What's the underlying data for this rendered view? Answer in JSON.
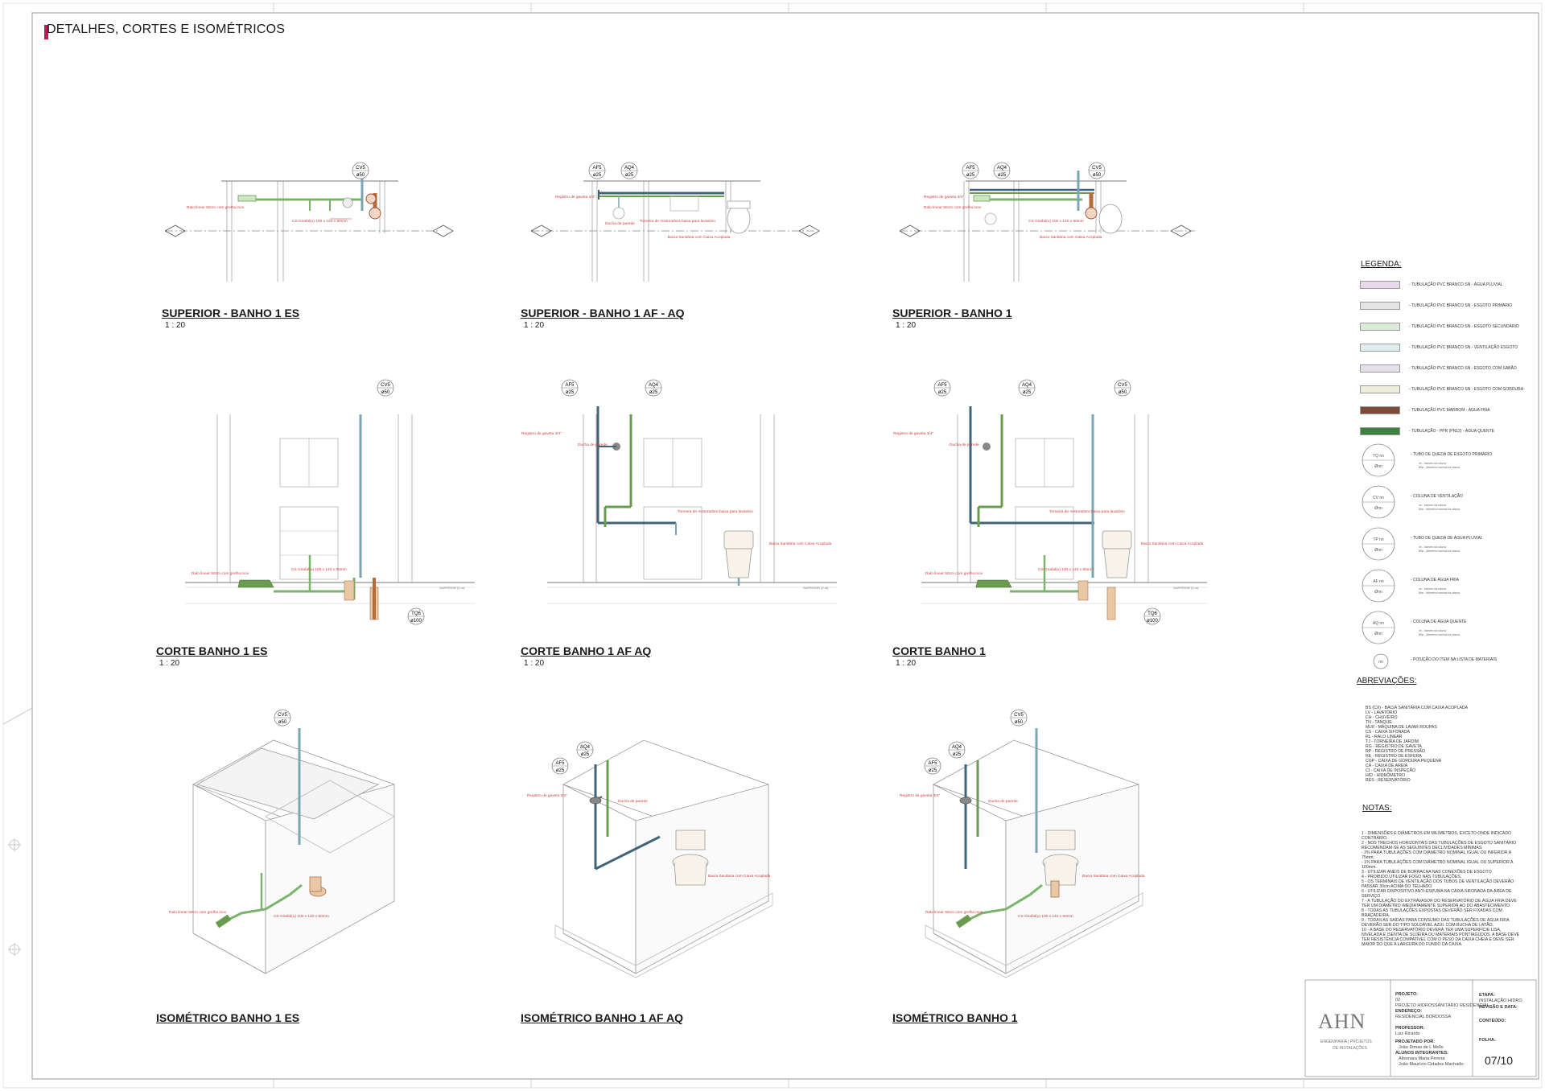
{
  "page": {
    "title": "DETALHES, CORTES E ISOMÉTRICOS",
    "accent_color": "#c2185b"
  },
  "views": [
    {
      "key": "sup_es",
      "title": "SUPERIOR - BANHO 1 ES",
      "scale": "1 : 20"
    },
    {
      "key": "sup_afaq",
      "title": "SUPERIOR - BANHO 1 AF - AQ",
      "scale": "1 : 20"
    },
    {
      "key": "sup_b1",
      "title": "SUPERIOR - BANHO 1",
      "scale": "1 : 20"
    },
    {
      "key": "corte_es",
      "title": "CORTE BANHO 1 ES",
      "scale": "1 : 20"
    },
    {
      "key": "corte_afaq",
      "title": "CORTE BANHO 1 AF AQ",
      "scale": "1 : 20"
    },
    {
      "key": "corte_b1",
      "title": "CORTE BANHO 1",
      "scale": "1 : 20"
    },
    {
      "key": "iso_es",
      "title": "ISOMÉTRICO  BANHO 1 ES",
      "scale": ""
    },
    {
      "key": "iso_afaq",
      "title": "ISOMÉTRICO  BANHO 1 AF AQ",
      "scale": ""
    },
    {
      "key": "iso_b1",
      "title": "ISOMÉTRICO  BANHO 1",
      "scale": ""
    }
  ],
  "tags": {
    "cv5": {
      "top": "CV5",
      "bottom": "ø50"
    },
    "af5": {
      "top": "AF5",
      "bottom": "ø25"
    },
    "aq4": {
      "top": "AQ4",
      "bottom": "ø25"
    },
    "tq6": {
      "top": "TQ6",
      "bottom": "ø100"
    }
  },
  "annotations": {
    "ralo": "Ralo linear 50cm com grelha inox",
    "cs": "CS Girafal(u) 100 x 140 x 50mm",
    "registro": "Registro de gaveta 3/4\"",
    "ducha": "Ducha de parede",
    "torneira": "Torneira de misturadora baixa para lavatório",
    "bacia": "Bacia Sanitária com Caixa Acoplada",
    "nivel": "SUPERIOR (3 m)"
  },
  "legend": {
    "title": "LEGENDA:",
    "items": [
      {
        "label": "TUBULAÇÃO PVC BRANCO SN - ÁGUA PLUVIAL",
        "color": "#e8d8ee"
      },
      {
        "label": "TUBULAÇÃO PVC BRANCO SN - ESGOTO PRIMÁRIO",
        "color": "#e4e4e4"
      },
      {
        "label": "TUBULAÇÃO PVC BRANCO SN - ESGOTO SECUNDÁRIO",
        "color": "#d8ecd8"
      },
      {
        "label": "TUBULAÇÃO PVC BRANCO SN - VENTILAÇÃO ESGOTO",
        "color": "#dfeeee"
      },
      {
        "label": "TUBULAÇÃO PVC BRANCO SN - ESGOTO COM SABÃO",
        "color": "#e6e0ec"
      },
      {
        "label": "TUBULAÇÃO PVC BRANCO SN - ESGOTO COM GORDURA",
        "color": "#eeeedc"
      },
      {
        "label": "TUBULAÇÃO PVC MARROM - ÁGUA FRIA",
        "color": "#7b4a3a"
      },
      {
        "label": "TUBULAÇÃO - PPR (PN12) - ÁGUA QUENTE",
        "color": "#3f7f3f"
      }
    ],
    "circles": [
      {
        "top": "TQ nn",
        "bottom": "Ønn",
        "label": "TUBO DE QUEDA DE ESGOTO PRIMÁRIO"
      },
      {
        "top": "CV nn",
        "bottom": "Ønn",
        "label": "COLUNA DE VENTILAÇÃO"
      },
      {
        "top": "TP nn",
        "bottom": "Ønn",
        "label": "TUBO DE QUEDA DE ÁGUA PLUVIAL"
      },
      {
        "top": "AF nn",
        "bottom": "Ønn",
        "label": "COLUNA DE ÁGUA FRIA"
      },
      {
        "top": "AQ nn",
        "bottom": "Ønn",
        "label": "COLUNA DE ÁGUA QUENTE"
      }
    ],
    "small_circle": {
      "text": "nn",
      "label": "POSIÇÃO DO ITEM NA LISTA DE MATERIAIS"
    },
    "circle_subnote_1": "nn - número da coluna",
    "circle_subnote_2": "Ønn - diâmetro nominal da coluna"
  },
  "abbreviations": {
    "title": "ABREVIAÇÕES:",
    "items": [
      "BS (CX) - BACIA SANITÁRIA COM CAIXA ACOPLADA",
      "LV - LAVATÓRIO",
      "CH - CHUVEIRO",
      "TN - TANQUE",
      "MLR - MÁQUINA DE LAVAR ROUPAS",
      "CS - CAIXA SIFONADA",
      "RL - RALO LINEAR",
      "TJ - TORNEIRA DE JARDIM",
      "RG - REGISTRO DE GAVETA",
      "RP - REGISTRO DE PRESSÃO",
      "RE - REGISTRO DE ESFERA",
      "CGP - CAIXA DE GORDURA PEQUENA",
      "CA - CAIXA DE AREIA",
      "CI - CAIXA DE INSPEÇÃO",
      "HID - HIDRÔMETRO",
      "RES - RESERVATÓRIO"
    ]
  },
  "notes": {
    "title": "NOTAS:",
    "items": [
      "1 - DIMENSÕES E DIÂMETROS EM MILÍMETROS, EXCETO ONDE INDICADO CONTRÁRIO.",
      "2 - NOS TRECHOS HORIZONTAIS DAS TUBULAÇÕES DE ESGOTO SANITÁRIO RECOMENDAM-SE AS SEGUINTES DECLIVIDADES MÍNIMAS:",
      "- 2% PARA TUBULAÇÕES COM DIÂMETRO NOMINAL IGUAL OU INFERIOR A 75mm;",
      "- 1% PARA TUBULAÇÕES COM DIÂMETRO NOMINAL IGUAL OU SUPERIOR A 100mm.",
      "3 - UTILIZAR ANÉIS DE BORRACHA NAS CONEXÕES DE ESGOTO.",
      "4 - PROIBIDO UTILIZAR FOGO NAS TUBULAÇÕES.",
      "5 - OS TERMINAIS DE VENTILAÇÃO DOS TUBOS DE VENTILAÇÃO DEVERÃO PASSAR 30cm ACIMA DO TELHADO.",
      "6 - UTILIZAR DISPOSITIVO ANTI-ESPUMA NA CAIXA SIFONADA DA ÁREA DE SERVIÇO.",
      "7 - A TUBULAÇÃO DO EXTRAVASOR DO RESERVATÓRIO DE ÁGUA FRIA DEVE TER UM DIÂMETRO IMEDIATAMENTE SUPERIOR AO DO ABASTECIMENTO.",
      "8 - TODAS AS TUBULAÇÕES EXPOSTAS DEVERÃO SER FIXADAS COM BRAÇADEIRA.",
      "9 - TODAS AS SAÍDAS PARA CONSUMO DAS TUBULAÇÕES DE ÁGUA FRIA DEVERÃO SER DO TIPO SOLDÁVEL AZUL COM BUCHA DE LATÃO.",
      "10 - A BASE DO RESERVATÓRIO DEVERÁ TER UMA SUPERFÍCIE LISA, NIVELADA E ISENTA DE SUJEIRA OU MATERIAIS PONTIAGUDOS. A BASE DEVE TER RESISTÊNCIA COMPATÍVEL COM O PESO DA CAIXA CHEIA E DEVE SER MAIOR DO QUE A LARGURA DO FUNDO DA CAIXA."
    ]
  },
  "title_block": {
    "logo": "AHN",
    "logo_sub1": "ENGENHARIA | PROJETOS",
    "logo_sub2": "DE INSTALAÇÕES",
    "projeto_label": "PROJETO:",
    "projeto_value": "02",
    "projeto_desc": "PROJETO HIDROSSANITÁRIO RESIDENCIAL",
    "endereco_label": "ENDEREÇO:",
    "endereco_value": "RESIDENCIAL BORDOSSA",
    "professor_label": "PROFESSOR:",
    "professor_value": "Luiz Ricardo",
    "projetado_label": "PROJETADO POR:",
    "projetado_value": "João Dimas de L Mello",
    "alunos_label": "ALUNOS INTEGRANTES:",
    "alunos_1": "Alisonara Maria Pereira",
    "alunos_2": "João Maurício Cidades Machado",
    "etapa_label": "ETAPA:",
    "etapa_value": "INSTALAÇÃO HIDRO",
    "revisao_label": "REVISÃO E DATA:",
    "conteudo_label": "CONTEÚDO:",
    "folha_label": "FOLHA:",
    "folha_value": "07/10"
  }
}
